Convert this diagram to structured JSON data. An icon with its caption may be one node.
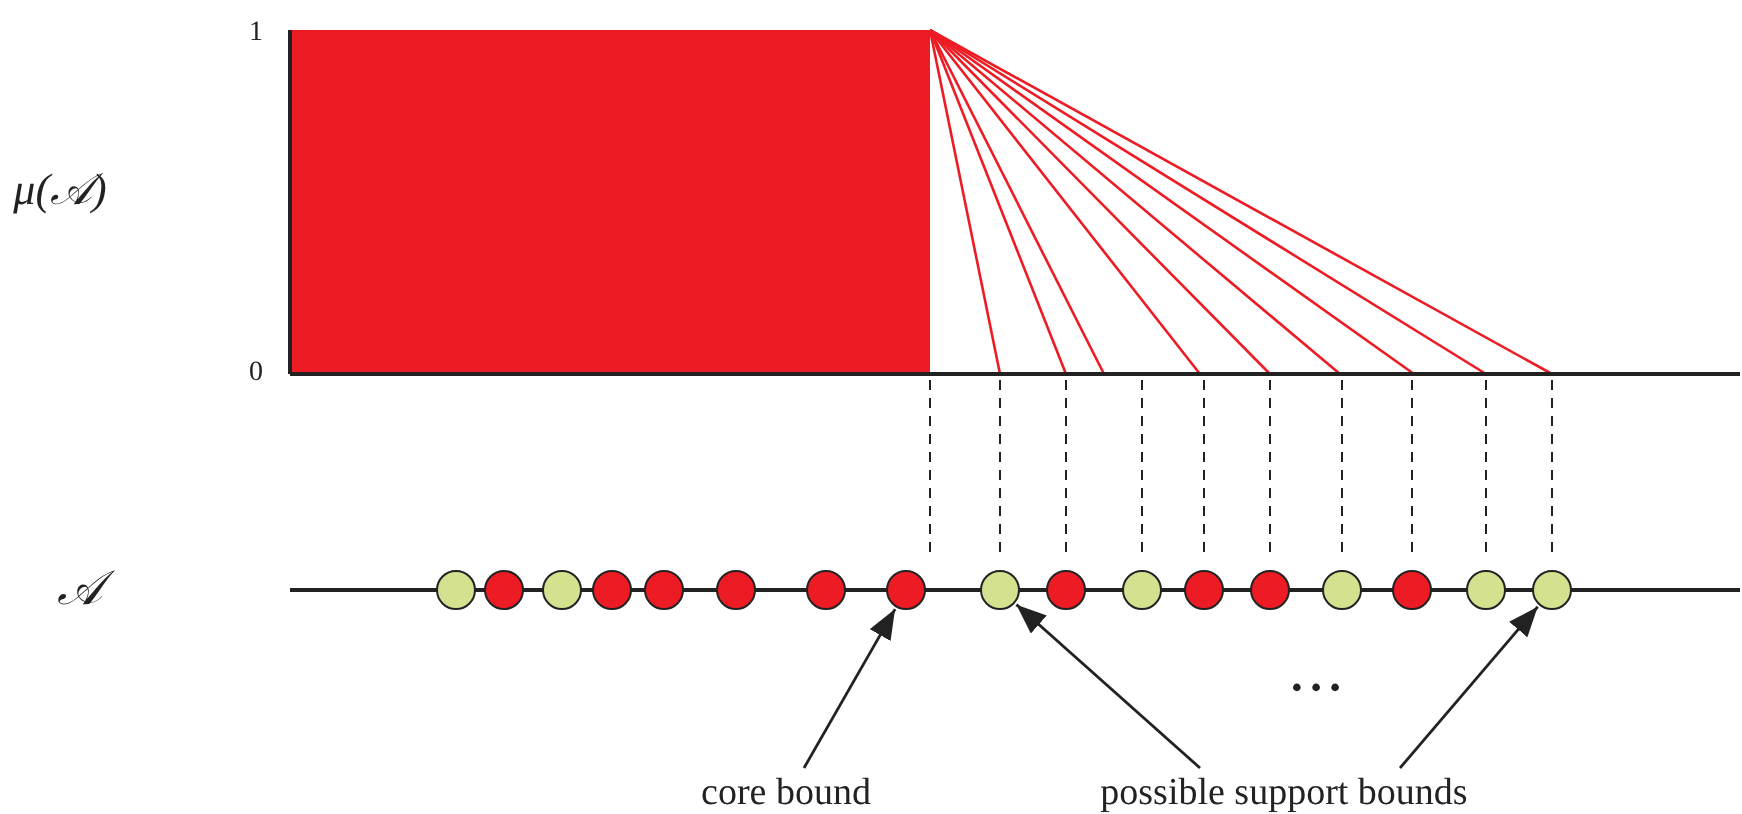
{
  "diagram": {
    "nodes": [
      {
        "text": [],
        "shape": "circle"
      },
      {
        "text": [],
        "shape": "circle"
      },
      {
        "text": [],
        "shape": "circle"
      },
      {
        "text": [],
        "shape": "circle"
      },
      {
        "text": [],
        "shape": "circle"
      },
      {
        "text": [],
        "shape": "circle"
      },
      {
        "text": [],
        "shape": "circle"
      },
      {
        "text": [],
        "shape": "circle"
      },
      {
        "text": [],
        "shape": "circle"
      },
      {
        "text": [],
        "shape": "circle"
      },
      {
        "text": [],
        "shape": "circle"
      },
      {
        "text": [],
        "shape": "circle"
      },
      {
        "text": [],
        "shape": "circle"
      },
      {
        "text": [],
        "shape": "circle"
      },
      {
        "text": [],
        "shape": "circle"
      },
      {
        "text": [],
        "shape": "circle"
      },
      {
        "text": [],
        "shape": "circle"
      },
      {
        "text": [
          "core bound"
        ]
      },
      {
        "text": [
          "possible support bounds"
        ]
      }
    ],
    "edges": [
      {
        "from": 17,
        "to": 7,
        "arrow": "to"
      },
      {
        "from": 18,
        "to": 8,
        "arrow": "to"
      },
      {
        "from": 18,
        "to": 16,
        "arrow": "to"
      }
    ],
    "labels": [
      "1",
      "μ(𝒜)",
      "0",
      "𝒜",
      "• • •"
    ]
  }
}
